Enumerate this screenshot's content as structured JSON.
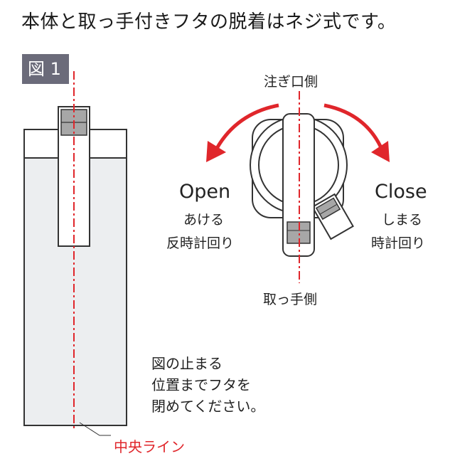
{
  "headline": "本体と取っ手付きフタの脱着はネジ式です。",
  "figure_badge": "図 1",
  "spout_side_label": "注ぎ口側",
  "handle_side_label": "取っ手側",
  "open": {
    "title": "Open",
    "line1": "あける",
    "line2": "反時計回り"
  },
  "close": {
    "title": "Close",
    "line1": "しまる",
    "line2": "時計回り"
  },
  "note_lines": [
    "図の止まる",
    "位置までフタを",
    "閉めてください。"
  ],
  "center_line_label": "中央ライン",
  "colors": {
    "accent_red": "#e0262b",
    "badge_bg": "#6b6b7a",
    "body_fill": "#eceef0",
    "outline": "#333333"
  }
}
